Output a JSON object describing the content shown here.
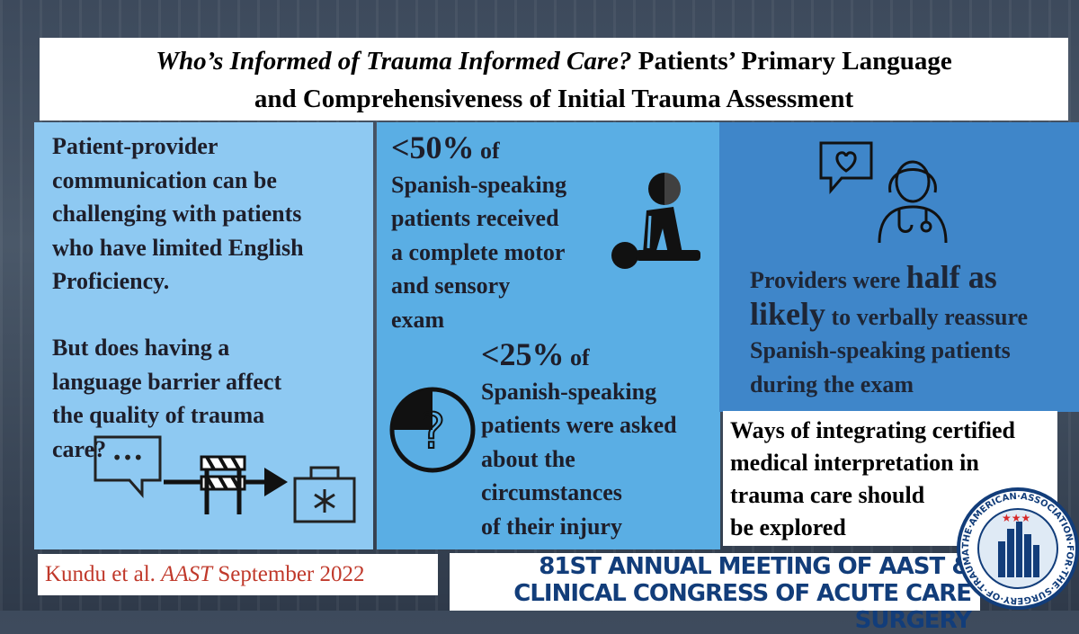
{
  "title": {
    "italic": "Who’s Informed of Trauma Informed Care?",
    "rest_line1": " Patients’ Primary Language",
    "line2": "and Comprehensiveness of Initial Trauma Assessment"
  },
  "left": {
    "para1": [
      "Patient-provider",
      "communication can be",
      "challenging with patients",
      "who have limited English",
      "Proficiency."
    ],
    "para2": [
      "But does having a",
      "language barrier affect",
      "the quality of trauma",
      "care?"
    ],
    "ellipsis": "•••"
  },
  "middle": {
    "stat1_value": "<50%",
    "stat1_of": "of",
    "stat1_lines": [
      "Spanish-speaking",
      "patients received",
      "a complete motor",
      "and sensory",
      "exam"
    ],
    "stat2_value": "<25%",
    "stat2_of": "of",
    "stat2_lines": [
      "Spanish-speaking",
      "patients were asked",
      "about the",
      "circumstances",
      "of their injury"
    ],
    "question_mark": "?"
  },
  "right": {
    "line1_a": "Providers were ",
    "line1_b": "half as",
    "line2_a": "likely",
    "line2_b": " to verbally reassure",
    "line3": "Spanish-speaking patients",
    "line4": "during the exam",
    "box_lines": [
      "Ways of integrating certified",
      "medical interpretation in",
      "trauma care should",
      "be explored"
    ]
  },
  "footer": {
    "citation_author": "Kundu et al. ",
    "citation_journal": "AAST",
    "citation_date": " September 2022",
    "meeting_line1": "81ST ANNUAL MEETING OF AAST &",
    "meeting_line2": "CLINICAL CONGRESS OF ACUTE CARE SURGERY",
    "seal_text": "THE·AMERICAN·ASSOCIATION·FOR·THE·SURGERY·OF·TRAUMA"
  },
  "colors": {
    "col1": "#8ec9f2",
    "col2": "#5aaee4",
    "col3": "#3f86c9",
    "citation": "#c0392b",
    "meeting": "#123d7a"
  },
  "icons": [
    "chat-bubble-icon",
    "roadblock-arrow-icon",
    "medical-kit-icon",
    "cpr-icon",
    "question-circle-icon",
    "heart-chat-icon",
    "doctor-icon",
    "aast-seal-icon"
  ]
}
